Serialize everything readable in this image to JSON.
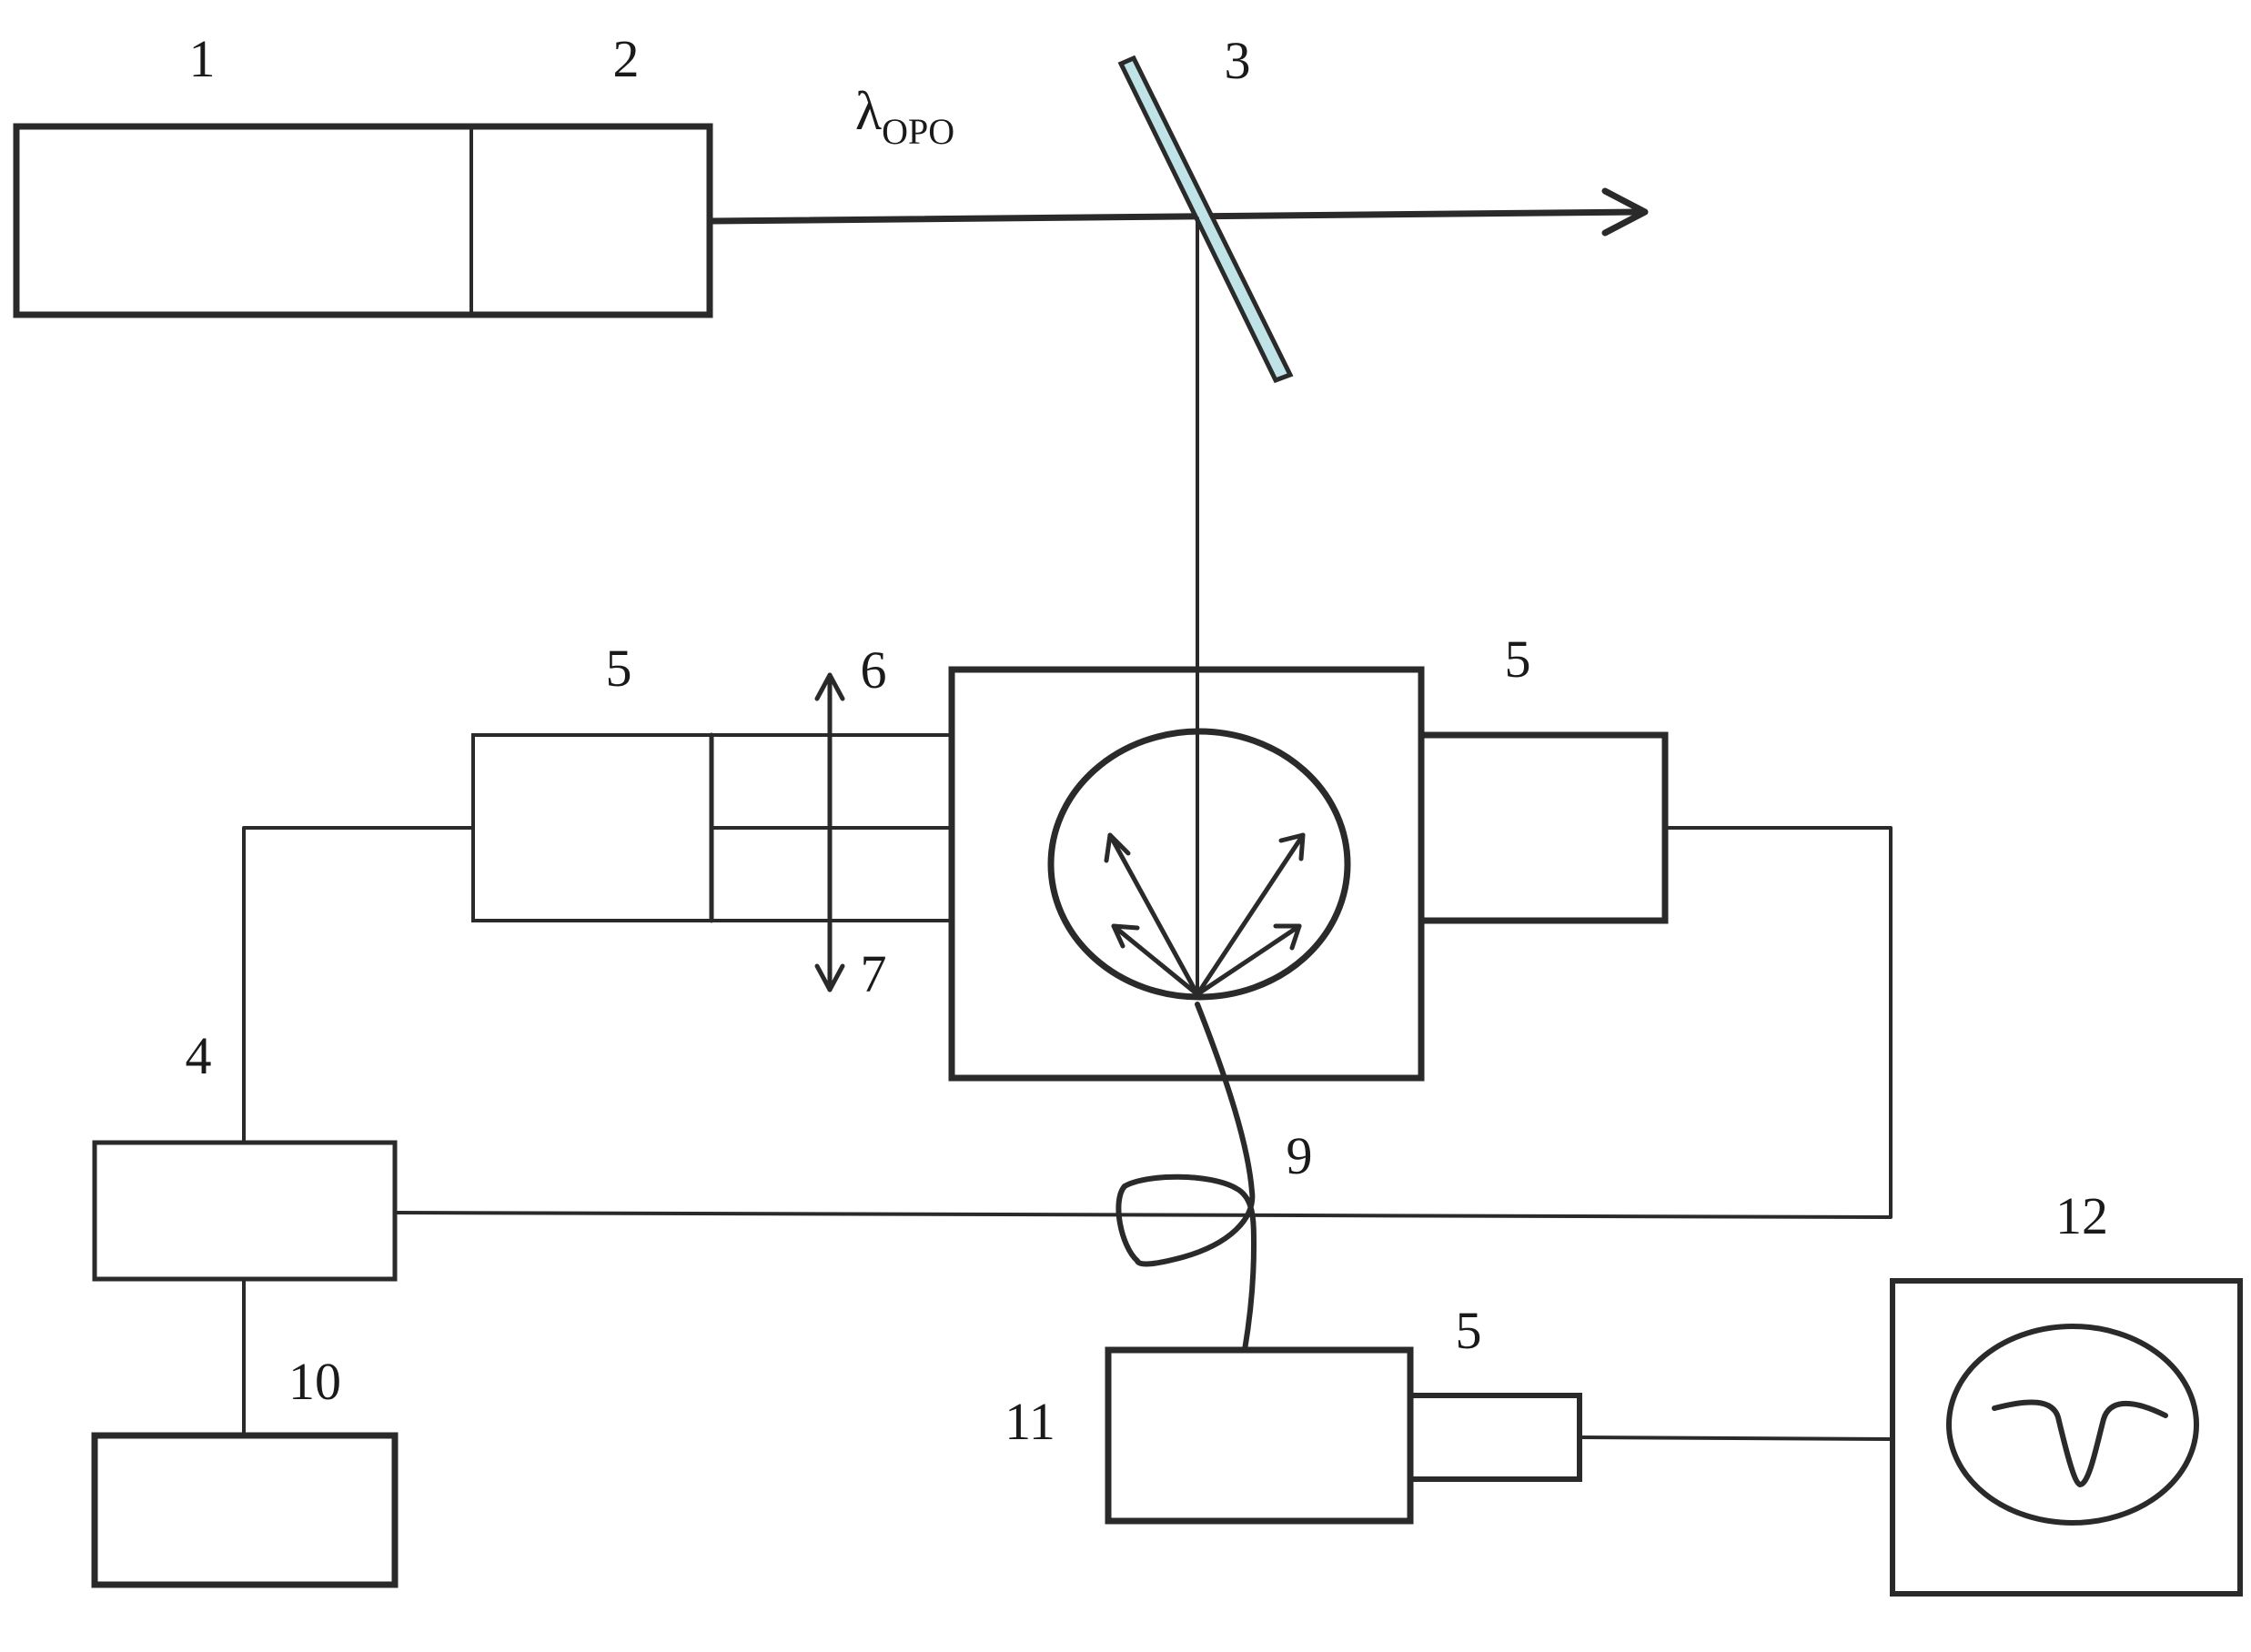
{
  "labels": {
    "l1": "1",
    "l2": "2",
    "l3": "3",
    "l4": "4",
    "l5a": "5",
    "l5b": "5",
    "l5c": "5",
    "l6": "6",
    "l7": "7",
    "l9": "9",
    "l10": "10",
    "l11": "11",
    "l12": "12"
  },
  "beam": {
    "symbol": "λ",
    "subscript": "OPO"
  },
  "colors": {
    "stroke": "#2a2a2a",
    "mirror_fill": "#bfe3e6",
    "background": "#ffffff"
  }
}
